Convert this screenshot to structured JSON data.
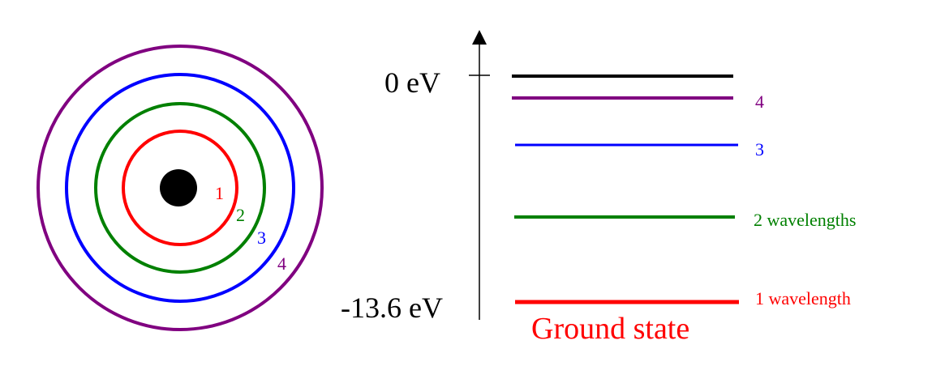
{
  "colors": {
    "orbit_1": "#ff0000",
    "orbit_2": "#008000",
    "orbit_3": "#0000ff",
    "orbit_4": "#800080",
    "nucleus": "#000000",
    "axis": "#000000",
    "level_0": "#000000",
    "level_4": "#800080",
    "level_3": "#0000ff",
    "level_2": "#008000",
    "level_1": "#ff0000"
  },
  "orbit_labels": {
    "n1": "1",
    "n2": "2",
    "n3": "3",
    "n4": "4"
  },
  "axis_labels": {
    "top": "0 eV",
    "bottom": "-13.6 eV"
  },
  "level_labels": {
    "n4": "4",
    "n3": "3",
    "n2": "2 wavelengths",
    "n1": "1 wavelength"
  },
  "ground_state_label": "Ground state"
}
